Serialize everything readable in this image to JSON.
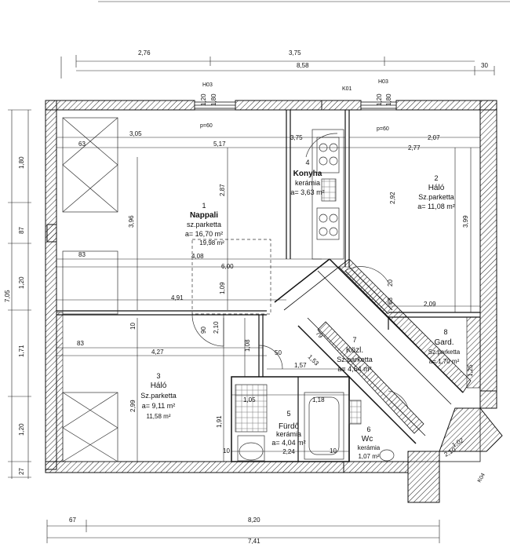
{
  "rooms": [
    {
      "number": "1",
      "name": "Nappali",
      "floor": "sz.parketta",
      "area": "a= 16,70 m²",
      "area2": "19,98 m²"
    },
    {
      "number": "2",
      "name": "Háló",
      "floor": "Sz.parketta",
      "area": "a= 11,08 m²"
    },
    {
      "number": "3",
      "name": "Háló",
      "floor": "Sz.parketta",
      "area": "a= 9,11 m²",
      "area2": "11,58 m²"
    },
    {
      "number": "4",
      "name": "Konyha",
      "floor": "kerámia",
      "area": "a= 3,63 m²"
    },
    {
      "number": "5",
      "name": "Fürdő",
      "floor": "kerámia",
      "area": "a= 4,04 m²",
      "area2": "2,24"
    },
    {
      "number": "6",
      "name": "Wc",
      "floor": "kerámia",
      "area": "1,07 m²"
    },
    {
      "number": "7",
      "name": "Közl.",
      "floor": "Sz.parketta",
      "area": "a= 4,64 m²"
    },
    {
      "number": "8",
      "name": "Gard.",
      "floor": "Sz.parketta",
      "area": "a= 1,70 m²"
    }
  ],
  "tags": {
    "h03_left": "H03",
    "h03_right": "H03",
    "k01": "K01",
    "k04": "K04",
    "p60_left": "p=60",
    "p60_right": "p=60"
  },
  "dims": {
    "top_276": "2,76",
    "top_375": "3,75",
    "top_858": "8,58",
    "top_30": "30",
    "bot_67": "67",
    "bot_820": "8,20",
    "bot_741": "7,41",
    "left_180": "1,80",
    "left_87": "87",
    "left_120a": "1,20",
    "left_705": "7,05",
    "left_171": "1,71",
    "left_120b": "1,20",
    "left_27": "27",
    "win_120a": "1,20",
    "win_180a": "1,80",
    "win_120b": "1,20",
    "win_180b": "1,80",
    "d_63": "63",
    "d_305": "3,05",
    "d_517": "5,17",
    "d_375": "3,75",
    "d_207": "2,07",
    "d_277": "2,77",
    "d_396": "3,96",
    "d_287": "2,87",
    "d_292": "2,92",
    "d_399": "3,99",
    "d_83a": "83",
    "d_408": "4,08",
    "d_600": "6,00",
    "d_491": "4,91",
    "d_109a": "1,09",
    "d_209": "2,09",
    "d_83b": "83",
    "d_427": "4,27",
    "d_299": "2,99",
    "d_191": "1,91",
    "d_10a": "10",
    "d_10b": "10",
    "d_10c": "10",
    "d_090": "90",
    "d_210": "2,10",
    "d_108": "1,08",
    "d_050": "50",
    "d_157": "1,57",
    "d_105": "1,05",
    "d_118": "1,18",
    "d_125": "1,25",
    "d_088": "88",
    "d_20": "20",
    "d_102": "1,02",
    "d_210b": "2,10",
    "d_79": "79",
    "d_153": "1,53"
  }
}
